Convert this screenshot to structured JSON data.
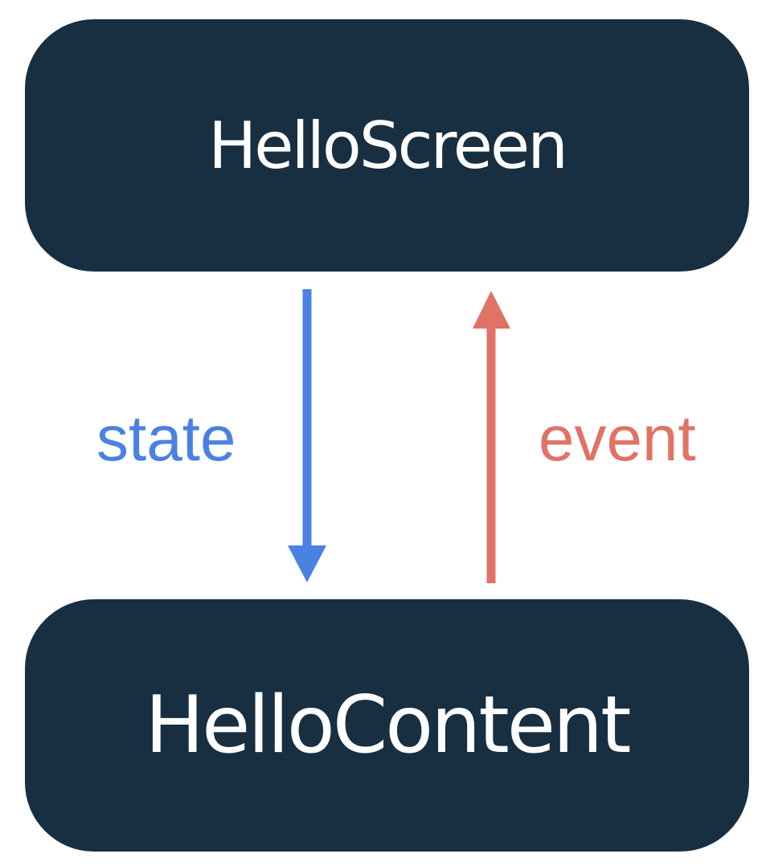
{
  "nodes": {
    "top": "HelloScreen",
    "bottom": "HelloContent"
  },
  "edges": {
    "state": {
      "label": "state",
      "color": "#4a81e3"
    },
    "event": {
      "label": "event",
      "color": "#e07366"
    }
  },
  "colors": {
    "node_fill": "#172f41",
    "node_text": "#ffffff",
    "background": "#ffffff"
  }
}
